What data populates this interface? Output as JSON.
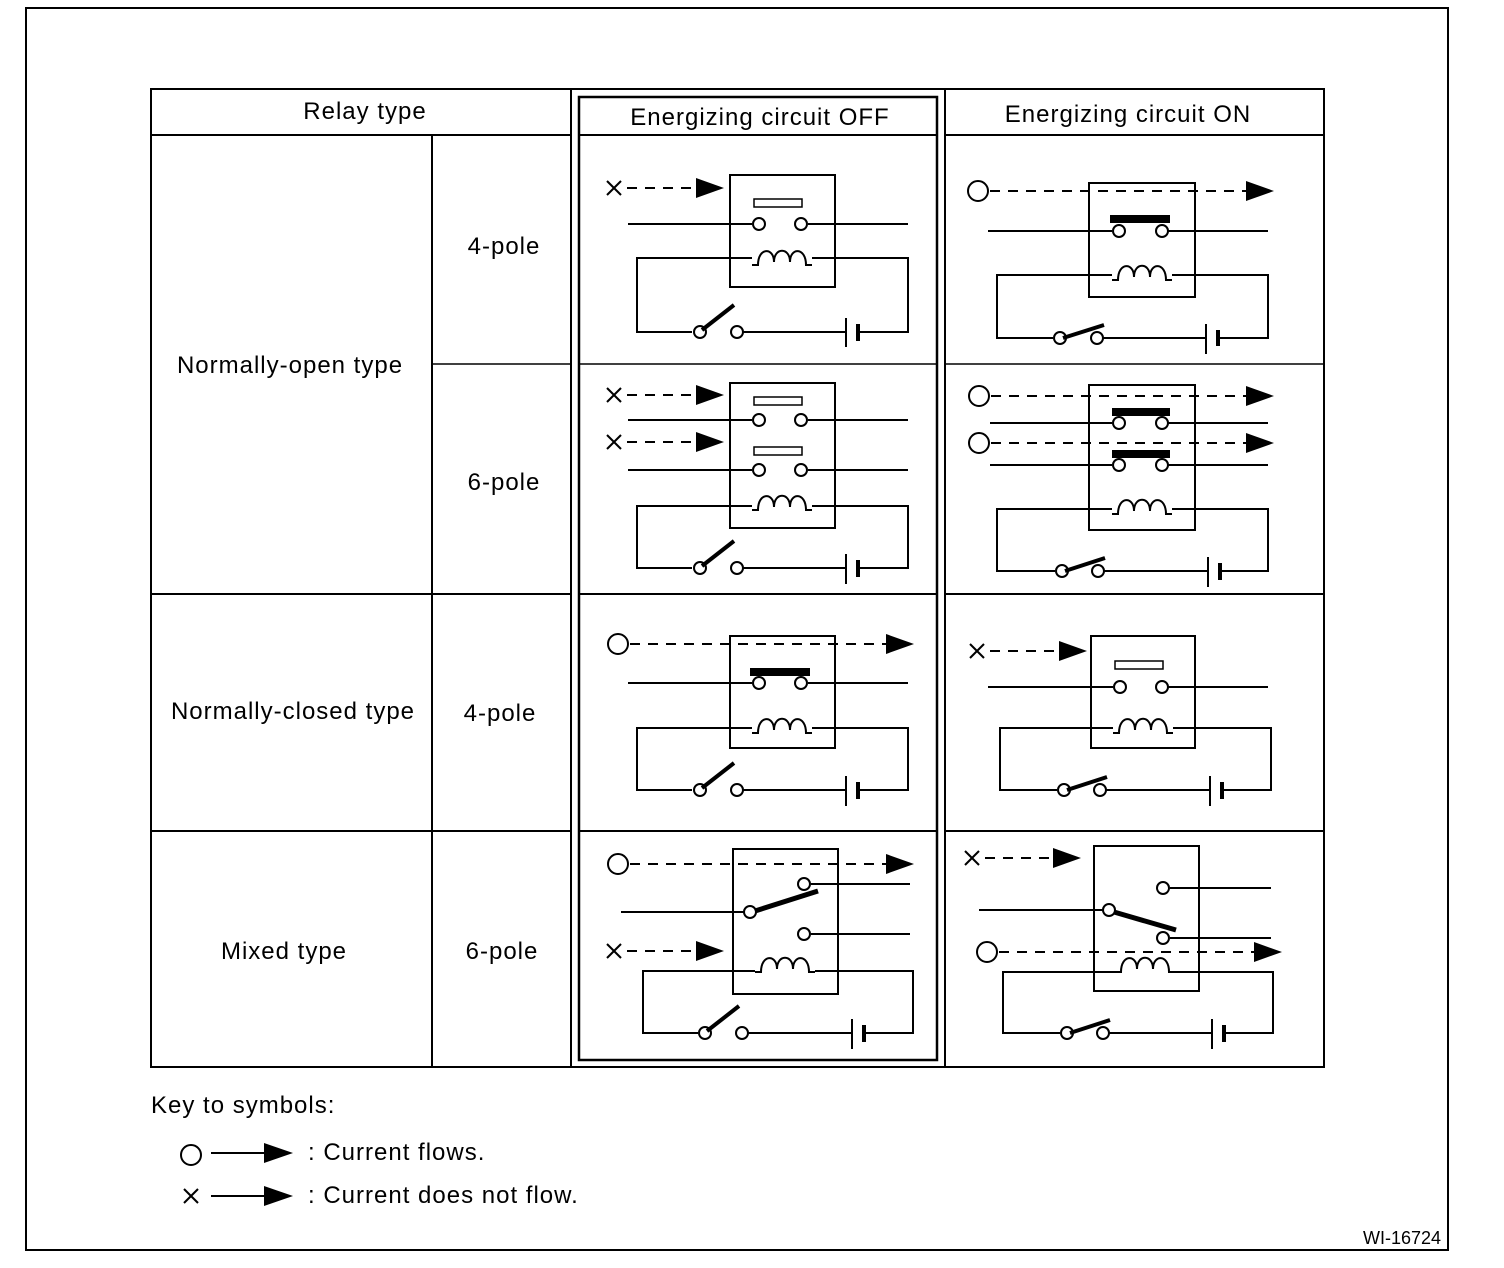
{
  "table": {
    "header_relay_type": "Relay type",
    "header_off": "Energizing circuit OFF",
    "header_on": "Energizing circuit ON",
    "rows": [
      {
        "type": "Normally-open type",
        "poles": [
          "4-pole",
          "6-pole"
        ]
      },
      {
        "type": "Normally-closed type",
        "poles": [
          "4-pole"
        ]
      },
      {
        "type": "Mixed type",
        "poles": [
          "6-pole"
        ]
      }
    ]
  },
  "key": {
    "title": "Key to symbols:",
    "flows": ": Current flows.",
    "not_flows": ": Current does not flow."
  },
  "figure_id": "WI-16724",
  "symbols": {
    "current_flows": "circle-icon",
    "current_does_not_flow": "cross-icon"
  }
}
